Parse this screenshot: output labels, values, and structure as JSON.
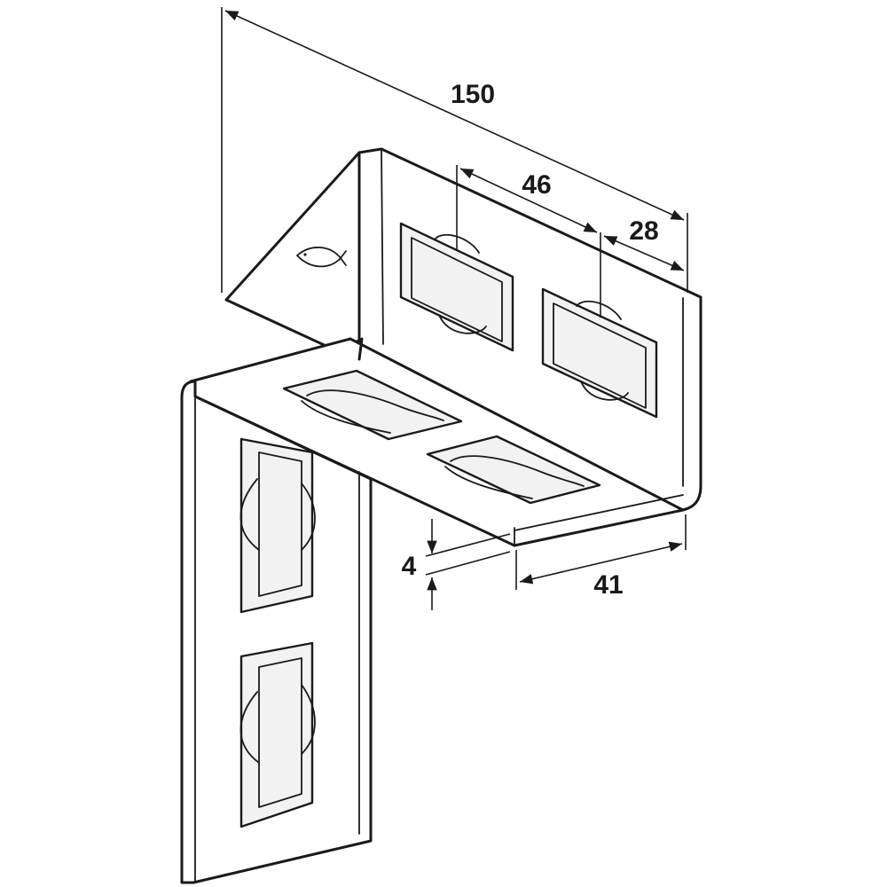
{
  "dimensions": {
    "overall_length": "150",
    "hole_pitch": "46",
    "edge_distance": "28",
    "thickness": "4",
    "flange_width": "41"
  }
}
